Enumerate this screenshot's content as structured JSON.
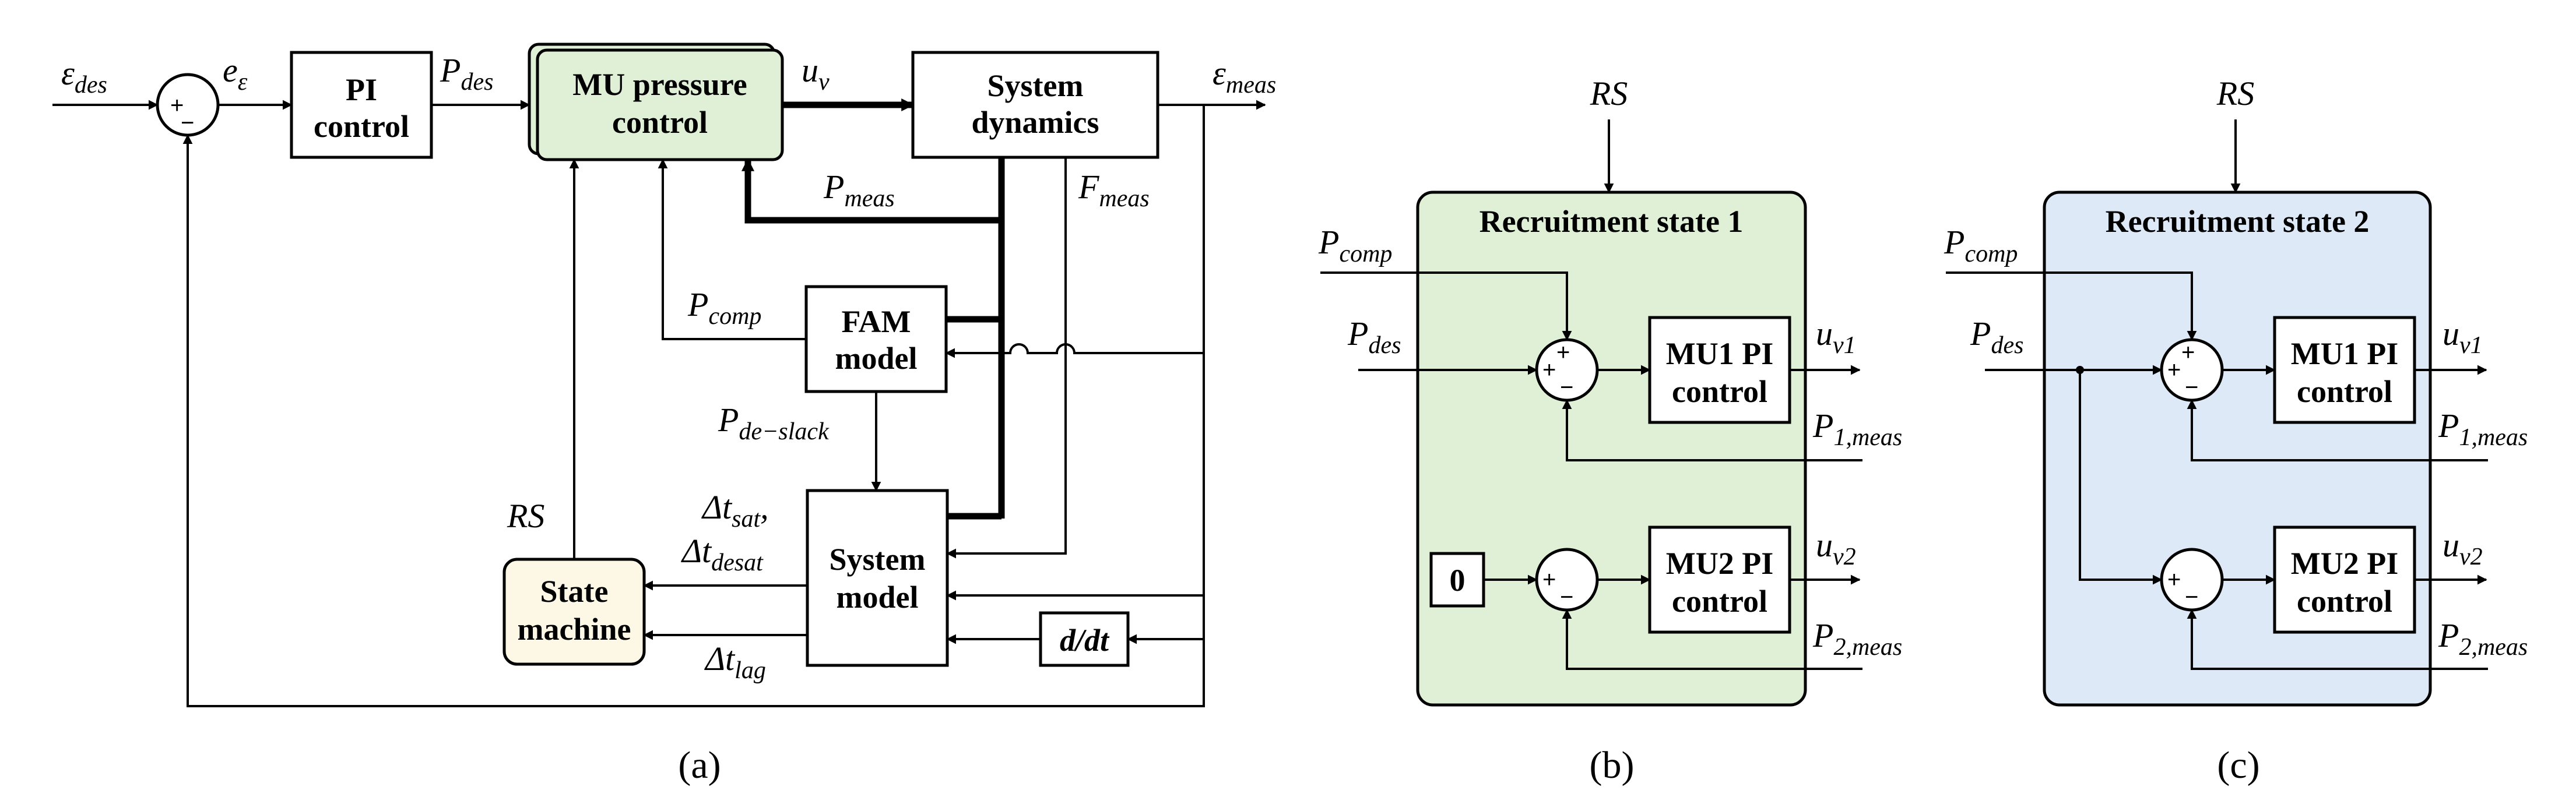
{
  "colors": {
    "green": "#dff0d6",
    "blue": "#dde9f6",
    "cream": "#fdf7e6",
    "stroke": "#000000"
  },
  "a": {
    "caption": "(a)",
    "eps_des": "ε",
    "eps_des_sub": "des",
    "e_eps": "e",
    "e_eps_sub": "ε",
    "pi_box": {
      "l1": "PI",
      "l2": "control"
    },
    "p_des": "P",
    "p_des_sub": "des",
    "mu_box": {
      "l1": "MU pressure",
      "l2": "control"
    },
    "u_v": "u",
    "u_v_sub": "v",
    "sys_dyn": {
      "l1": "System",
      "l2": "dynamics"
    },
    "eps_meas": "ε",
    "eps_meas_sub": "meas",
    "p_meas": "P",
    "p_meas_sub": "meas",
    "f_meas": "F",
    "f_meas_sub": "meas",
    "p_comp": "P",
    "p_comp_sub": "comp",
    "fam": {
      "l1": "FAM",
      "l2": "model"
    },
    "p_deslack": "P",
    "p_deslack_sub": "de−slack",
    "dt_sat": "Δt",
    "dt_sat_sub": "sat",
    "dt_sat_comma": ",",
    "dt_desat": "Δt",
    "dt_desat_sub": "desat",
    "dt_lag": "Δt",
    "dt_lag_sub": "lag",
    "rs": "RS",
    "state_machine": {
      "l1": "State",
      "l2": "machine"
    },
    "sys_model": {
      "l1": "System",
      "l2": "model"
    },
    "ddt": "d/dt",
    "plus": "+",
    "minus": "−"
  },
  "b": {
    "caption": "(b)",
    "rs": "RS",
    "title": "Recruitment state 1",
    "p_comp": "P",
    "p_comp_sub": "comp",
    "p_des": "P",
    "p_des_sub": "des",
    "mu1": {
      "l1": "MU1 PI",
      "l2": "control"
    },
    "mu2": {
      "l1": "MU2 PI",
      "l2": "control"
    },
    "uv1": "u",
    "uv1_sub": "v1",
    "uv2": "u",
    "uv2_sub": "v2",
    "p1meas": "P",
    "p1meas_sub": "1,meas",
    "p2meas": "P",
    "p2meas_sub": "2,meas",
    "zero": "0",
    "plus": "+",
    "minus": "−"
  },
  "c": {
    "caption": "(c)",
    "rs": "RS",
    "title": "Recruitment state 2",
    "p_comp": "P",
    "p_comp_sub": "comp",
    "p_des": "P",
    "p_des_sub": "des",
    "mu1": {
      "l1": "MU1 PI",
      "l2": "control"
    },
    "mu2": {
      "l1": "MU2 PI",
      "l2": "control"
    },
    "uv1": "u",
    "uv1_sub": "v1",
    "uv2": "u",
    "uv2_sub": "v2",
    "p1meas": "P",
    "p1meas_sub": "1,meas",
    "p2meas": "P",
    "p2meas_sub": "2,meas",
    "plus": "+",
    "minus": "−"
  }
}
